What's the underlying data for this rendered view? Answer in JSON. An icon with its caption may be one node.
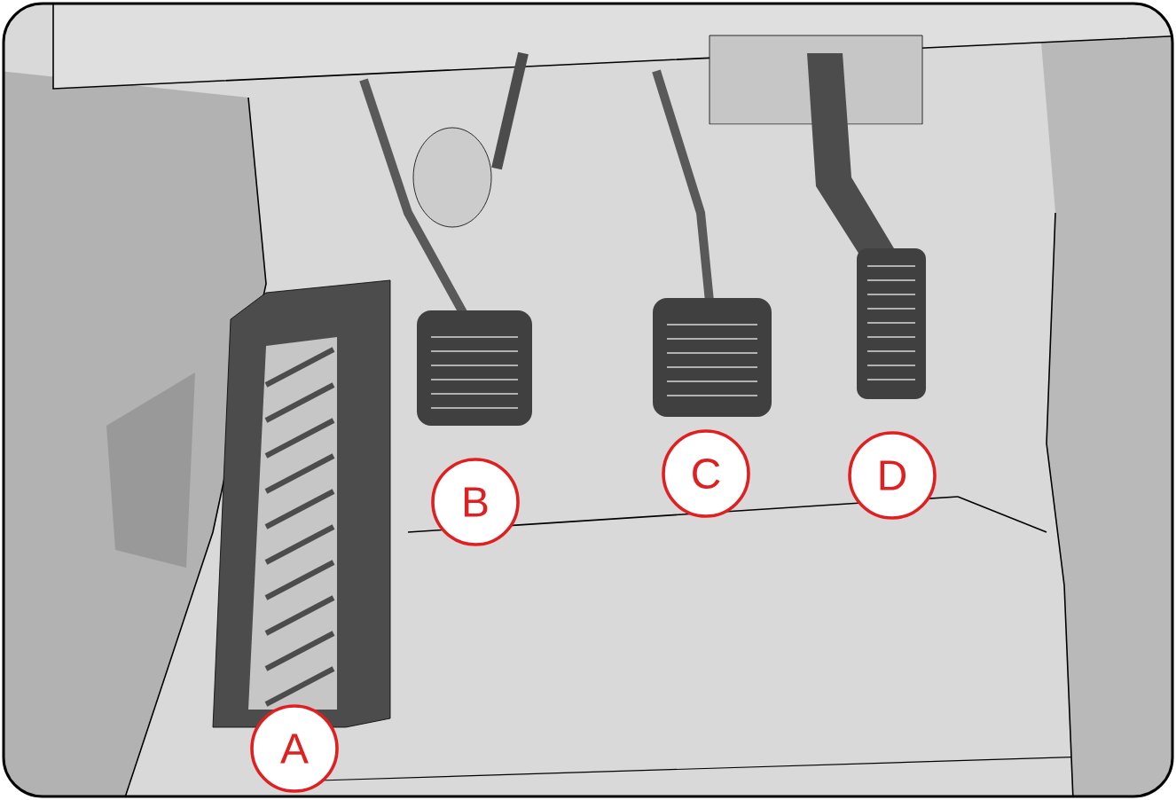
{
  "diagram": {
    "nodes": [
      {
        "text": [
          "A"
        ]
      },
      {
        "text": [
          "B"
        ]
      },
      {
        "text": [
          "C"
        ]
      },
      {
        "text": [
          "D"
        ]
      }
    ]
  }
}
